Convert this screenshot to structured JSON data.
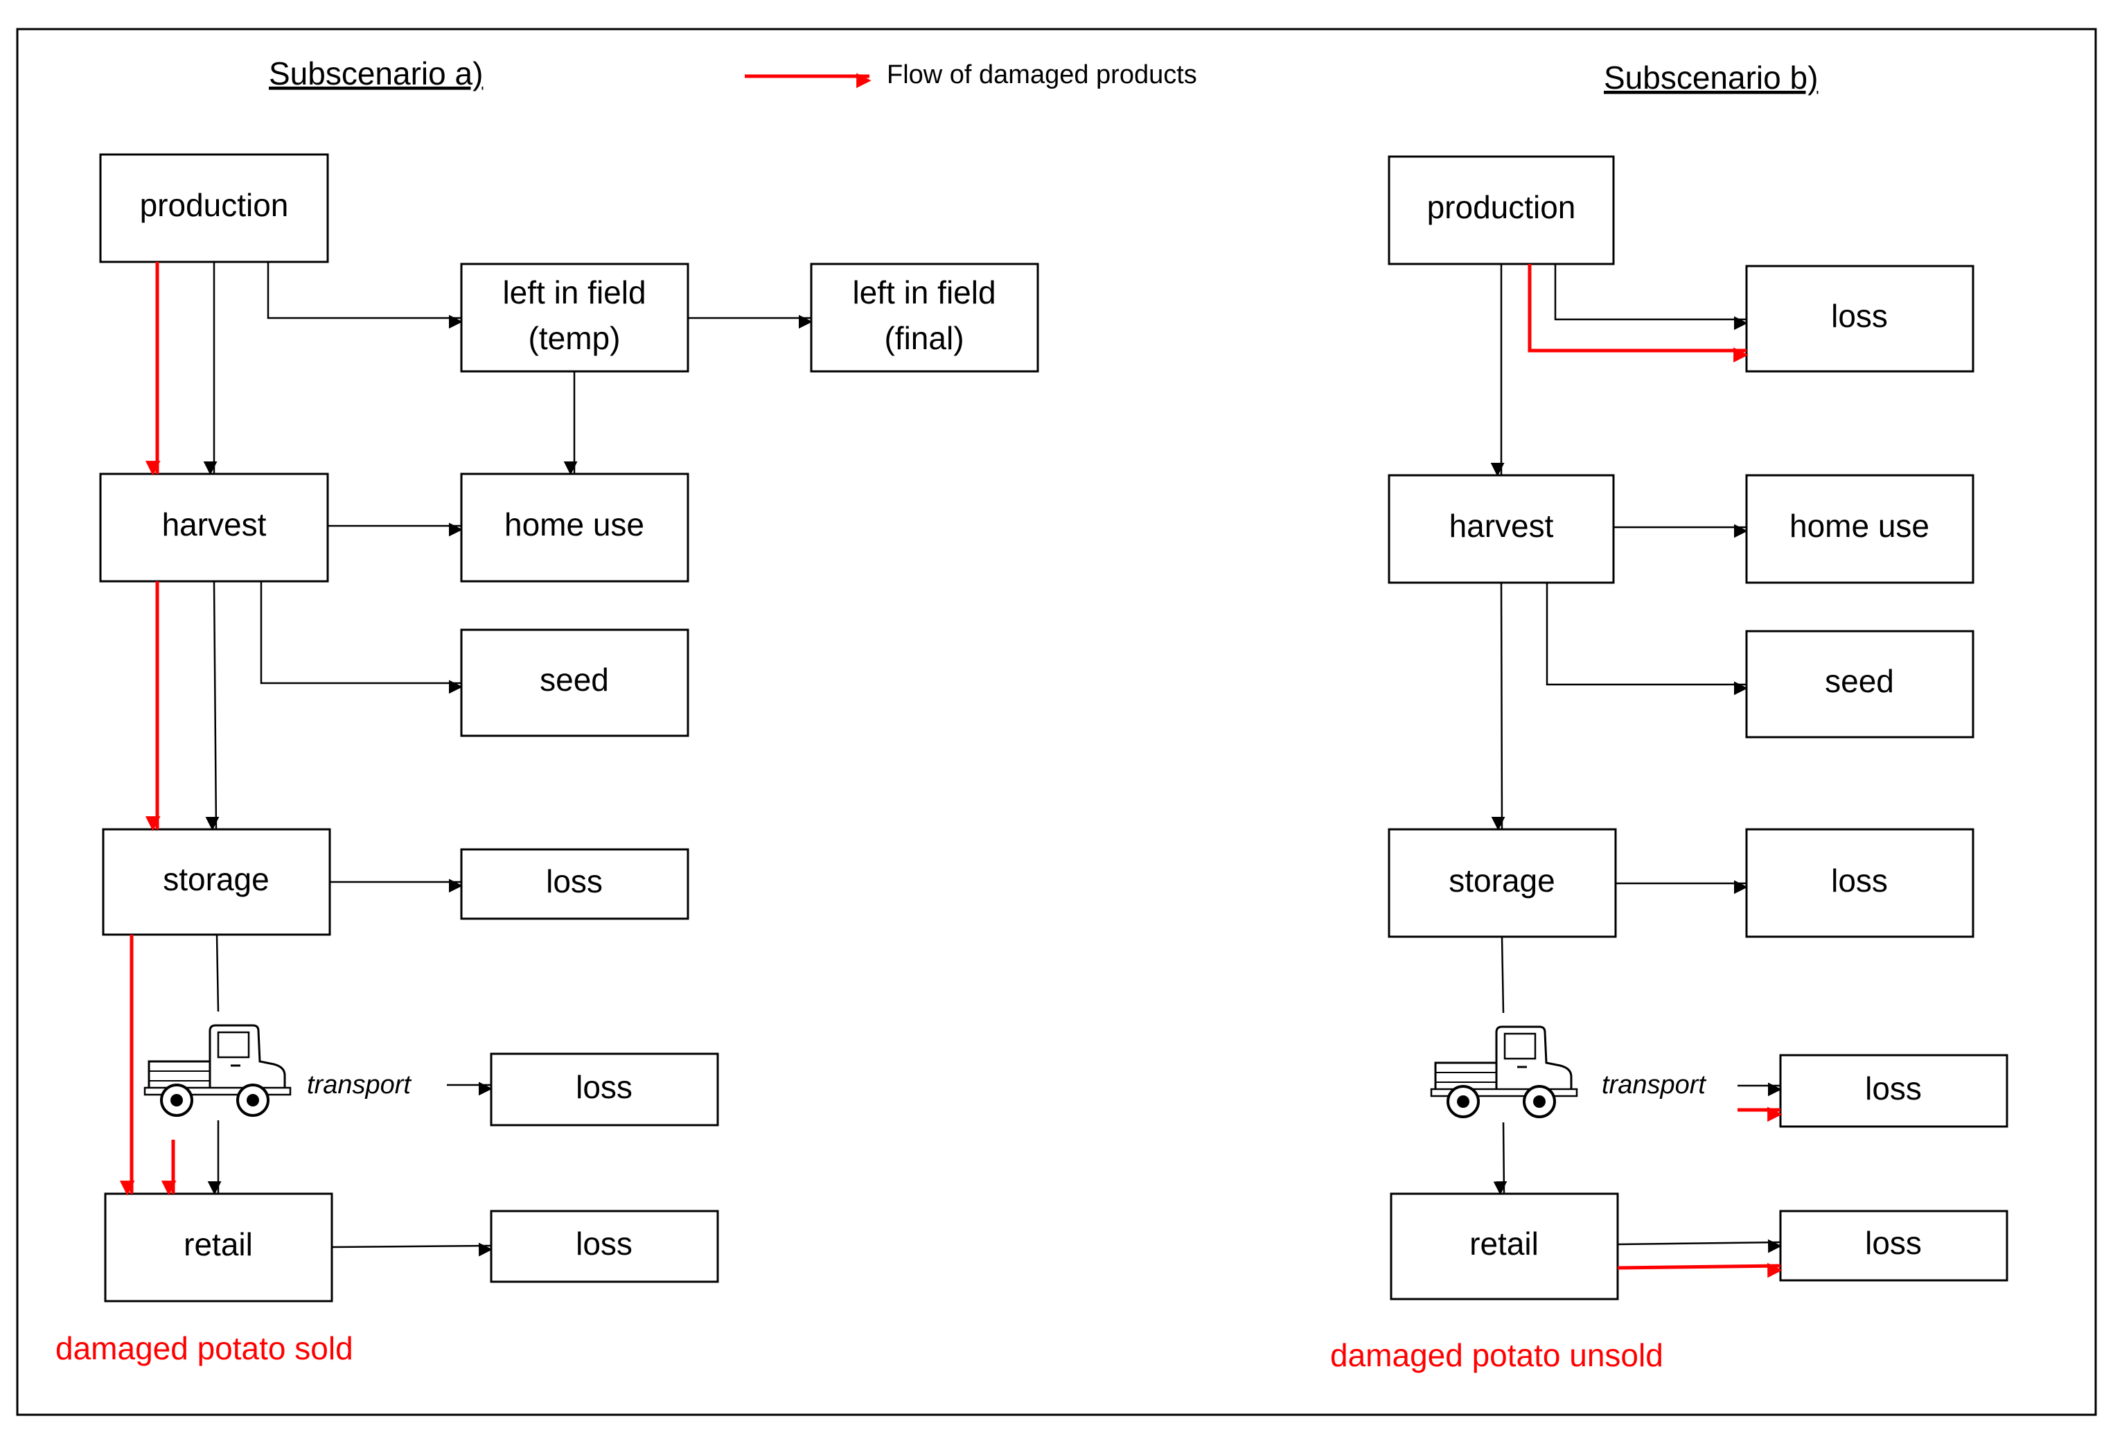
{
  "legend": {
    "label": "Flow of damaged products",
    "color": "#ff0000"
  },
  "subscenario_a": {
    "title": "Subscenario a)",
    "boxes": {
      "production": "production",
      "left_field_temp_l1": "left in field",
      "left_field_temp_l2": "(temp)",
      "left_field_final_l1": "left in field",
      "left_field_final_l2": "(final)",
      "harvest": "harvest",
      "home_use": "home use",
      "seed": "seed",
      "storage": "storage",
      "storage_loss": "loss",
      "transport_loss": "loss",
      "retail": "retail",
      "retail_loss": "loss"
    },
    "transport_label": "transport",
    "note": "damaged potato sold",
    "note_color": "#ff0000"
  },
  "subscenario_b": {
    "title": "Subscenario b)",
    "boxes": {
      "production": "production",
      "production_loss": "loss",
      "harvest": "harvest",
      "home_use": "home use",
      "seed": "seed",
      "storage": "storage",
      "storage_loss": "loss",
      "transport_loss": "loss",
      "retail": "retail",
      "retail_loss": "loss"
    },
    "transport_label": "transport",
    "note": "damaged potato unsold",
    "note_color": "#ff0000"
  },
  "icons": {
    "truck": "pickup-truck-icon"
  }
}
